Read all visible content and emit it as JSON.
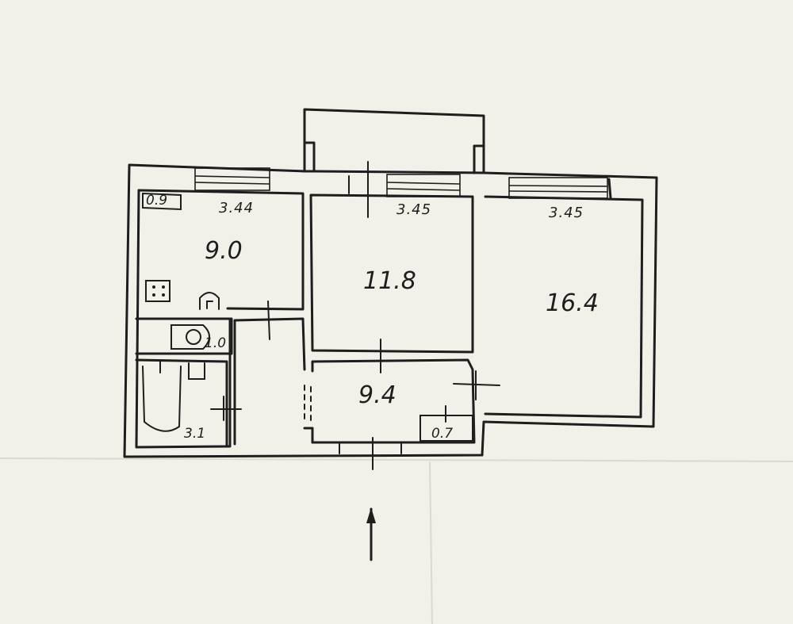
{
  "plan": {
    "window_widths": {
      "kitchen": "3.44",
      "room_middle": "3.45",
      "room_right": "3.45"
    },
    "rooms": {
      "kitchen_area": "9.0",
      "room_middle_area": "11.8",
      "room_right_area": "16.4",
      "hall_area": "9.4",
      "bathroom_area": "3.1",
      "toilet_area": "1.0",
      "closet_area": "0.7",
      "vent_label": "0.9"
    }
  },
  "colors": {
    "paper": "#f1f0e9",
    "ink": "#1e1e1e"
  }
}
